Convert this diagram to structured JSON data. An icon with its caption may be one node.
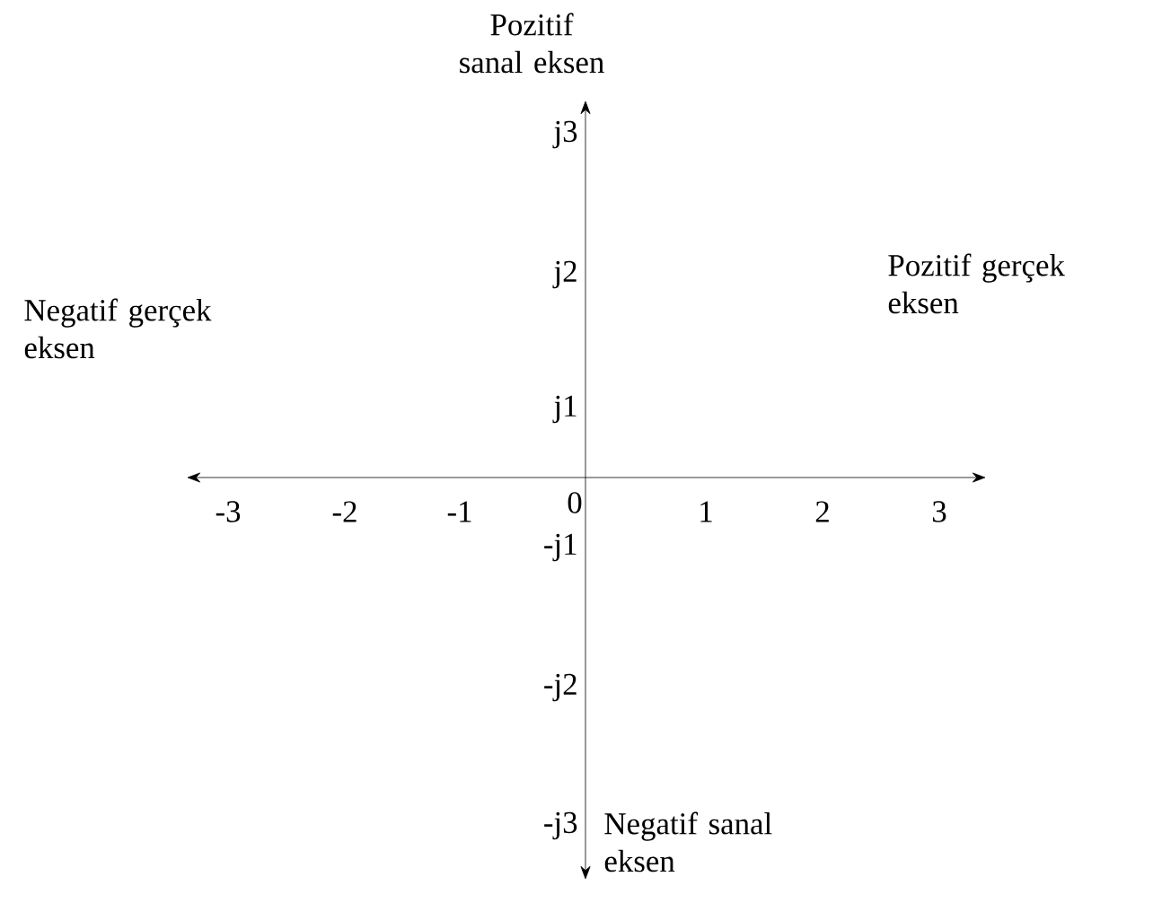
{
  "diagram": {
    "labels": [
      "Pozitif sanal eksen",
      "j3",
      "j2",
      "Negatif gerçek eksen",
      "Pozitif gerçek eksen",
      "j1",
      "-3",
      "-2",
      "-1",
      "0",
      "1",
      "2",
      "3",
      "-j1",
      "-j2",
      "-j3",
      "Negatif sanal eksen"
    ]
  }
}
